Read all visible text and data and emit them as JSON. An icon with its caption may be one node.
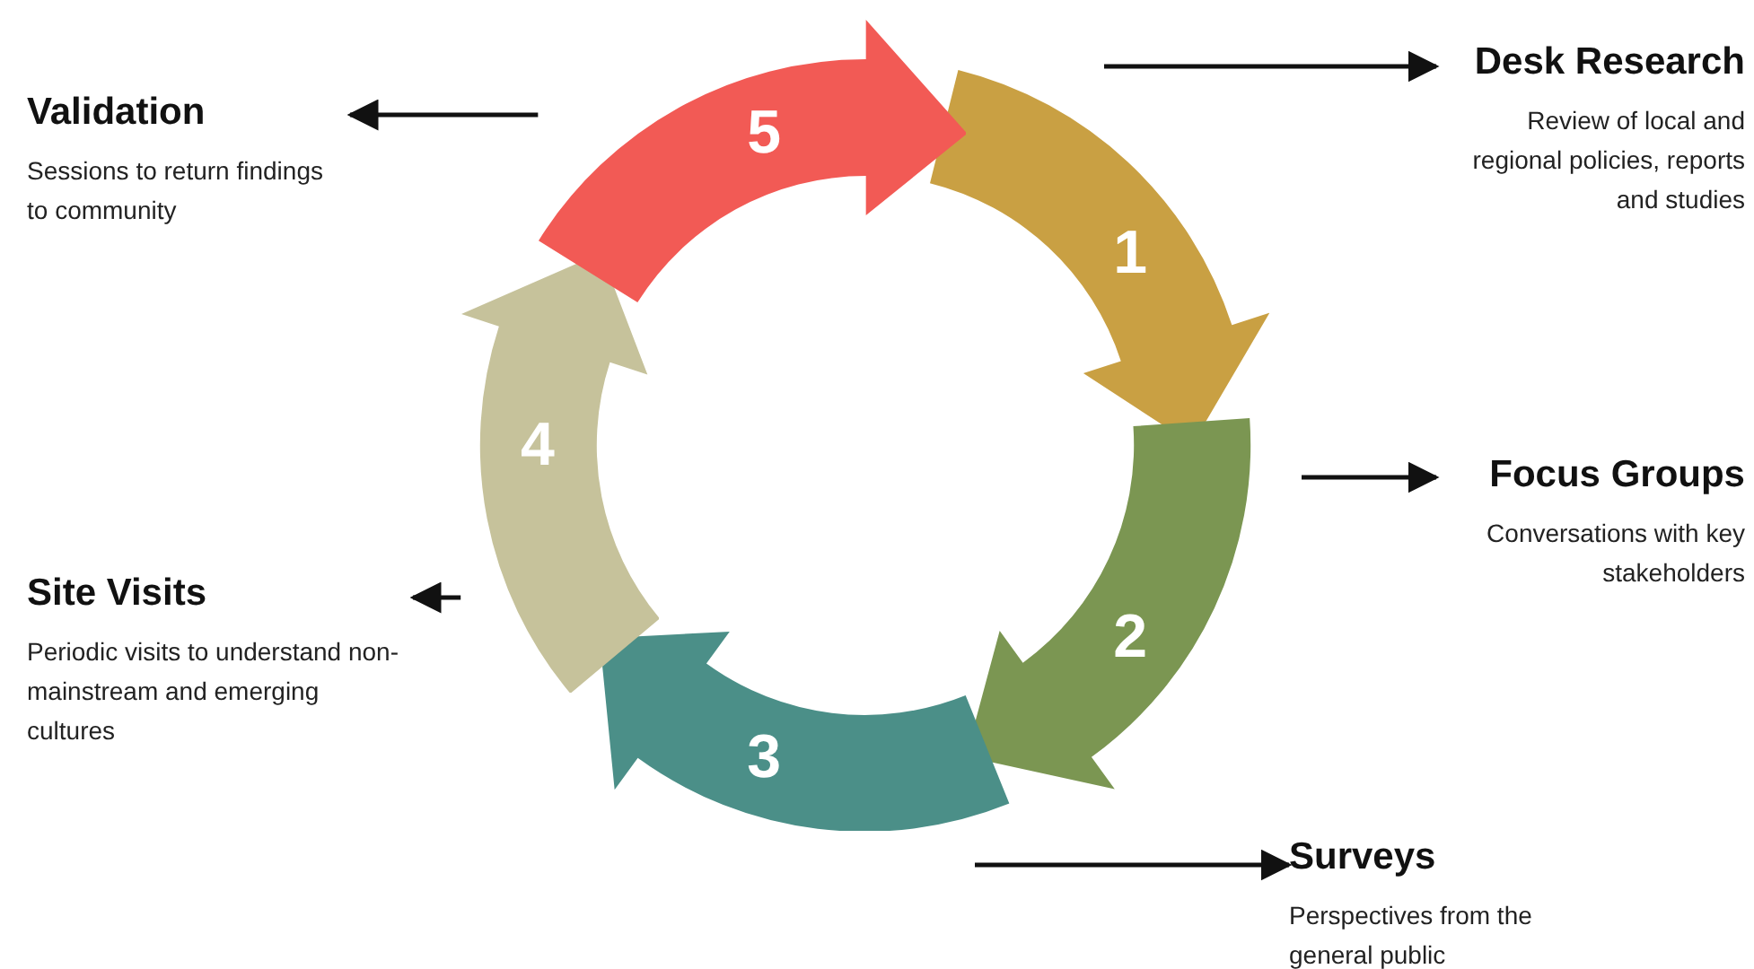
{
  "diagram": {
    "nodes": [
      {
        "text": [
          "1"
        ]
      },
      {
        "text": [
          "2"
        ]
      },
      {
        "text": [
          "3"
        ]
      },
      {
        "text": [
          "4"
        ]
      },
      {
        "text": [
          "5"
        ]
      },
      {
        "text": [
          "Validation",
          "Sessions to return findings to community"
        ]
      },
      {
        "text": [
          "Desk Research",
          "Review of local and regional policies, reports and studies"
        ]
      },
      {
        "text": [
          "Focus Groups",
          "Conversations with key stakeholders"
        ]
      },
      {
        "text": [
          "Site Visits",
          "Periodic visits to understand non-mainstream and emerging cultures"
        ]
      },
      {
        "text": [
          "Surveys",
          "Perspectives from the general public"
        ]
      }
    ],
    "edges": [
      {
        "from": 4,
        "to": 5,
        "arrow": "to"
      },
      {
        "from": null,
        "to": 6,
        "arrow": "to"
      },
      {
        "from": null,
        "to": 7,
        "arrow": "to"
      },
      {
        "from": 3,
        "to": 8,
        "arrow": "to"
      },
      {
        "from": null,
        "to": 9,
        "arrow": "to"
      }
    ]
  }
}
